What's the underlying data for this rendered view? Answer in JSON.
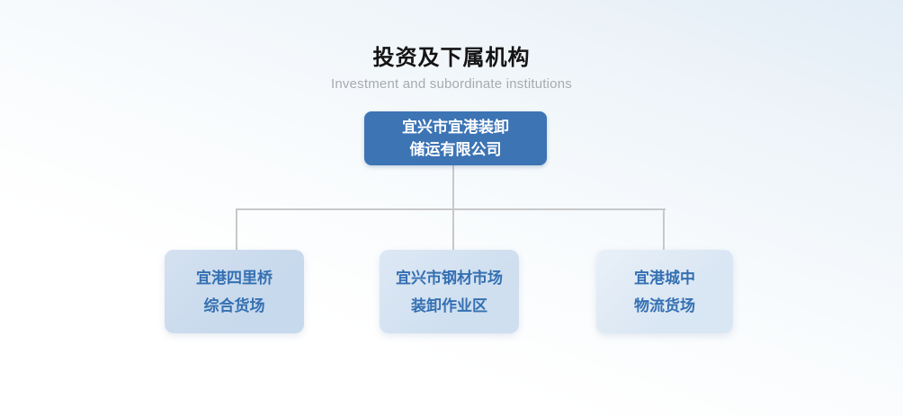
{
  "header": {
    "title": "投资及下属机构",
    "subtitle": "Investment and subordinate institutions"
  },
  "org_chart": {
    "root": {
      "label_line1": "宜兴市宜港装卸",
      "label_line2": "储运有限公司"
    },
    "children": [
      {
        "label_line1": "宜港四里桥",
        "label_line2": "综合货场"
      },
      {
        "label_line1": "宜兴市钢材市场",
        "label_line2": "装卸作业区"
      },
      {
        "label_line1": "宜港城中",
        "label_line2": "物流货场"
      }
    ]
  },
  "colors": {
    "page_background_top": "#e3edf6",
    "page_background_bottom": "#ffffff",
    "root_node_fill": "#3c74b4",
    "root_node_text": "#ffffff",
    "child_node_fill_1": "#c7d9ec",
    "child_node_fill_2": "#cfdfef",
    "child_node_fill_3": "#d9e6f3",
    "child_node_text": "#3570b2",
    "connector_line": "#c8c8c8",
    "title_text": "#141414",
    "subtitle_text": "#a7abb0"
  }
}
